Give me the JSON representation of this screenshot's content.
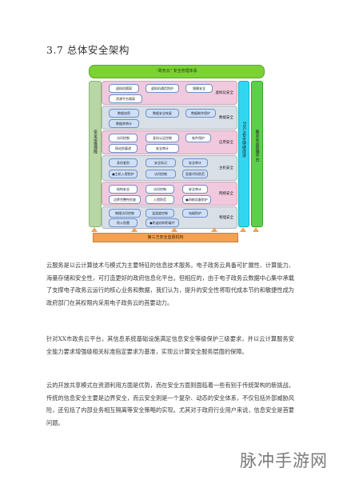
{
  "heading": "3.7 总体安全架构",
  "diagram": {
    "top_bar": "\"政务云\" 安全管理体系",
    "left_col": "安全运维保障",
    "right_col1": "PDCA安全持续改进",
    "right_col2": "集中安全管理平台",
    "bottom_bar": "第三方安全监督机构",
    "layers": [
      {
        "tag": "虚拟化安全",
        "boxes": [
          "虚拟机隔离",
          "虚拟机通信防护",
          "镜像安全",
          "资源平台隔离"
        ]
      },
      {
        "tag": "数据安全",
        "boxes": [
          "数据加密",
          "数据安全恢复",
          "数据剩余保护",
          "数据库审计"
        ]
      },
      {
        "tag": "应用安全",
        "boxes": [
          "访问控制",
          "身份认证控制",
          "软件保护",
          "网站防篡改",
          "安全审计"
        ]
      },
      {
        "tag": "主机安全",
        "boxes": [
          "身份鉴别",
          "安全标记",
          "安全审计",
          "●主机入侵防护",
          "访问控制",
          "恶意代码防范"
        ]
      },
      {
        "tag": "网络安全",
        "boxes": [
          "结构安全",
          "访问控制",
          "安全审计",
          "边界完整性检查",
          "入侵防范",
          "●网络设备防护"
        ]
      },
      {
        "tag": "物理安全",
        "boxes": [
          "物理访问控制",
          "温湿度控制",
          "电磁防护",
          "防火防雷",
          "●防盗窃和防破坏"
        ]
      }
    ]
  },
  "paragraphs": [
    "云服务是以云计算技术与模式为主要特征的信息技术服务。电子政务云具备可扩展性、计算能力、海量存储和安全性，可打造更好的政府信息化平台。但相应的，由于电子政务云数据中心集中承载了支撑电子政务云运行的核心业务和数据，我们认为，提升的安全性将取代成本节约和敏捷性成为政府部门在其权限内采用电子政务云的首要动力。",
    "针对XX市政务云平台，其信息系统基础设施满足信息安全等级保护三级要求，并以云计算服务安全能力要求增强级相关标准指定要求为基准，实现云计算安全服务层面的保障。",
    "云的开放共享模式在资源利用方面是优势，而在安全方面则面临着一些有别于传统架构的新挑战，传统的信息安全主要是边界安全，而云安全则是一个复杂、动态的安全体系，不仅包括外部威胁风险，还包括了内部业务相互隔离等安全策略的实现。尤其对于政府行业用户来说，信息安全是首要问题。"
  ],
  "watermark": "脉冲手游网"
}
